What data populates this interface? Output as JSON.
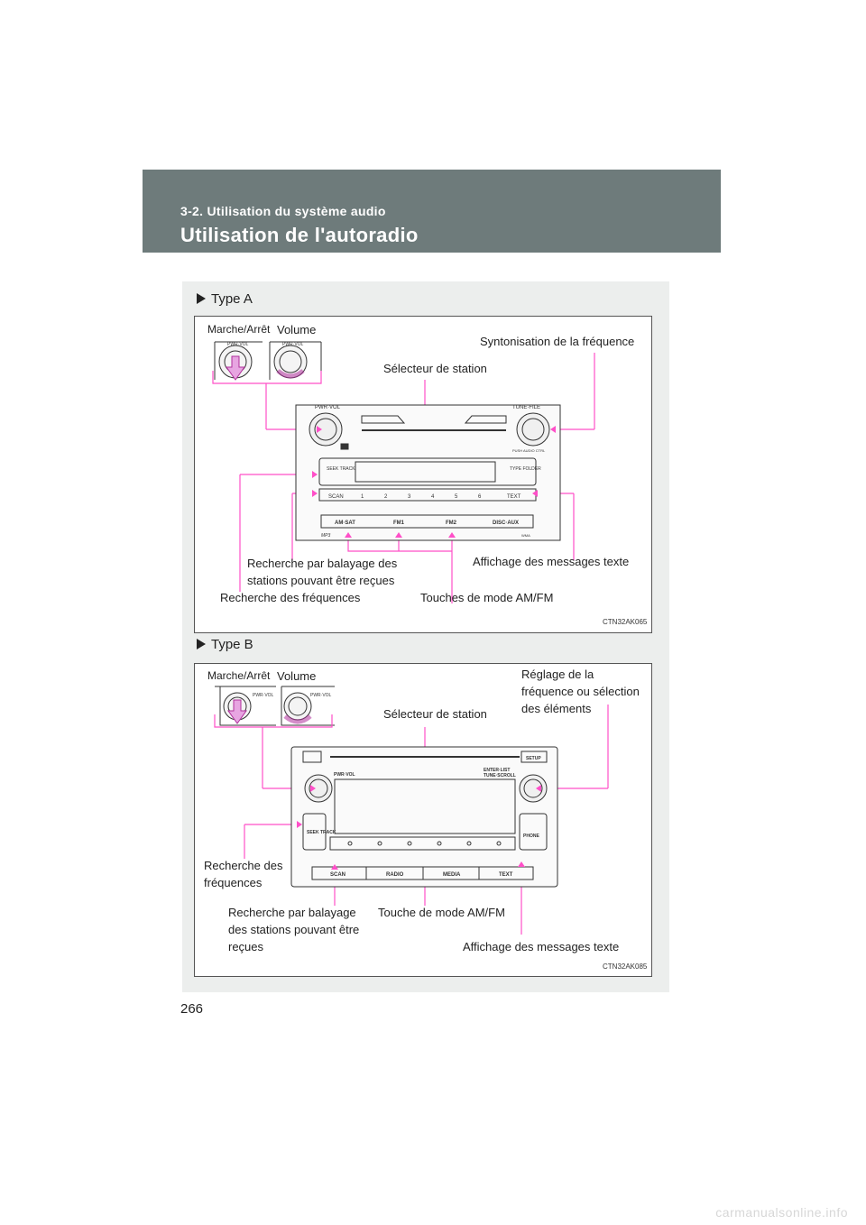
{
  "header": {
    "section": "3-2. Utilisation du système audio",
    "title": "Utilisation de l'autoradio"
  },
  "type_a": {
    "heading": "Type A",
    "labels": {
      "power": "Marche/Arrêt",
      "volume": "Volume",
      "tune": "Syntonisation de la fréquence",
      "station_selector": "Sélecteur de station",
      "scan": "Recherche  par  balayage  des stations pouvant être reçues",
      "seek": "Recherche des fréquences",
      "text_display": "Affichage des messages texte",
      "mode_buttons": "Touches de mode AM/FM"
    },
    "radio": {
      "pwr_vol": "PWR·VOL",
      "tune_file": "TUNE·FILE",
      "push_audio_ctrl": "PUSH AUDIO CTRL",
      "seek_track": "SEEK TRACK",
      "type_folder": "TYPE FOLDER",
      "scan": "SCAN",
      "text": "TEXT",
      "presets": [
        "1",
        "2",
        "3",
        "4",
        "5",
        "6"
      ],
      "mode_buttons": [
        "AM·SAT",
        "FM1",
        "FM2",
        "DISC·AUX"
      ],
      "mp3": "MP3",
      "wma": "WMA"
    },
    "code": "CTN32AK065"
  },
  "type_b": {
    "heading": "Type B",
    "labels": {
      "power": "Marche/Arrêt",
      "volume": "Volume",
      "tune": "Réglage de la fréquence ou sélection des éléments",
      "station_selector": "Sélecteur de station",
      "seek": "Recherche des fréquences",
      "scan": "Recherche par balayage des stations pouvant être reçues",
      "mode_button": "Touche de mode AM/FM",
      "text_display": "Affichage des messages texte"
    },
    "radio": {
      "pwr_vol": "PWR·VOL",
      "enter_list": "ENTER·LIST",
      "tune_scroll": "TUNE·SCROLL",
      "setup": "SETUP",
      "seek_track": "SEEK TRACK",
      "phone": "PHONE",
      "mode_buttons": [
        "SCAN",
        "RADIO",
        "MEDIA",
        "TEXT"
      ]
    },
    "code": "CTN32AK085"
  },
  "page_number": "266",
  "watermark": "carmanualsonline.info"
}
